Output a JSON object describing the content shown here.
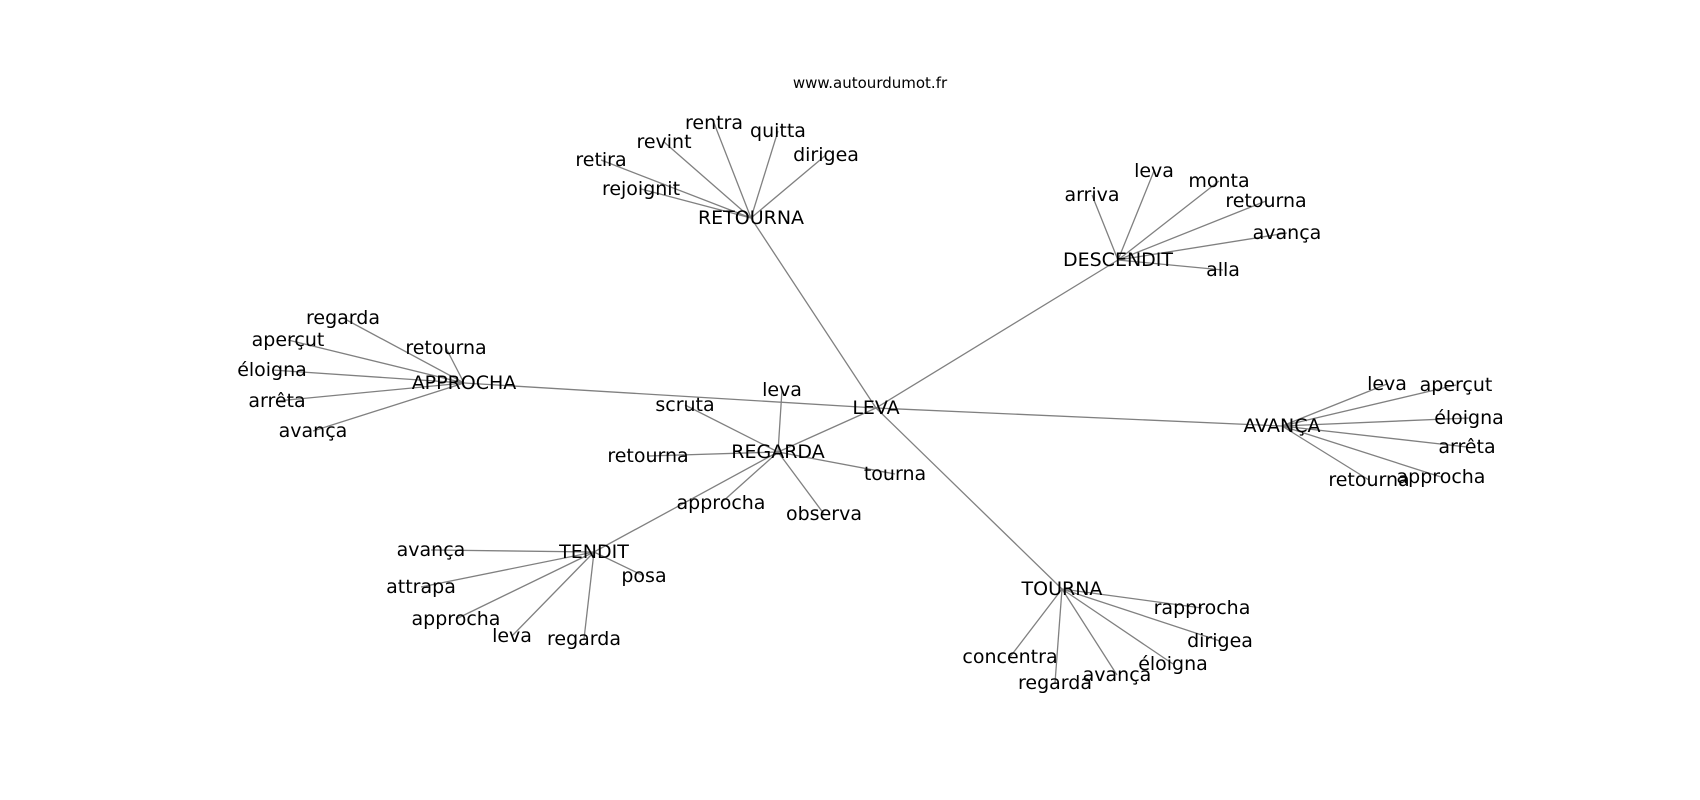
{
  "source": "www.autourdumot.fr",
  "graph": {
    "nodes": [
      {
        "id": "leva_c",
        "label": "LEVA"
      },
      {
        "id": "retourna_h",
        "label": "RETOURNA"
      },
      {
        "id": "descendit_h",
        "label": "DESCENDIT"
      },
      {
        "id": "approcha_h",
        "label": "APPROCHA"
      },
      {
        "id": "regarda_h",
        "label": "REGARDA"
      },
      {
        "id": "avanca_h",
        "label": "AVANÇA"
      },
      {
        "id": "tendit_h",
        "label": "TENDIT"
      },
      {
        "id": "tourna_h",
        "label": "TOURNA"
      },
      {
        "id": "r1",
        "label": "rentra"
      },
      {
        "id": "r2",
        "label": "quitta"
      },
      {
        "id": "r3",
        "label": "revint"
      },
      {
        "id": "r4",
        "label": "dirigea"
      },
      {
        "id": "r5",
        "label": "retira"
      },
      {
        "id": "r6",
        "label": "rejoignit"
      },
      {
        "id": "d1",
        "label": "leva"
      },
      {
        "id": "d2",
        "label": "monta"
      },
      {
        "id": "d3",
        "label": "arriva"
      },
      {
        "id": "d4",
        "label": "retourna"
      },
      {
        "id": "d5",
        "label": "avança"
      },
      {
        "id": "d6",
        "label": "alla"
      },
      {
        "id": "a1",
        "label": "regarda"
      },
      {
        "id": "a2",
        "label": "aperçut"
      },
      {
        "id": "a3",
        "label": "retourna"
      },
      {
        "id": "a4",
        "label": "éloigna"
      },
      {
        "id": "a5",
        "label": "arrêta"
      },
      {
        "id": "a6",
        "label": "avança"
      },
      {
        "id": "g1",
        "label": "leva"
      },
      {
        "id": "g2",
        "label": "scruta"
      },
      {
        "id": "g3",
        "label": "retourna"
      },
      {
        "id": "g4",
        "label": "tourna"
      },
      {
        "id": "g5",
        "label": "approcha"
      },
      {
        "id": "g6",
        "label": "observa"
      },
      {
        "id": "v1",
        "label": "leva"
      },
      {
        "id": "v2",
        "label": "aperçut"
      },
      {
        "id": "v3",
        "label": "éloigna"
      },
      {
        "id": "v4",
        "label": "arrêta"
      },
      {
        "id": "v5",
        "label": "approcha"
      },
      {
        "id": "v6",
        "label": "retourna"
      },
      {
        "id": "t1",
        "label": "avança"
      },
      {
        "id": "t2",
        "label": "posa"
      },
      {
        "id": "t3",
        "label": "attrapa"
      },
      {
        "id": "t4",
        "label": "approcha"
      },
      {
        "id": "t5",
        "label": "leva"
      },
      {
        "id": "t6",
        "label": "regarda"
      },
      {
        "id": "o1",
        "label": "rapprocha"
      },
      {
        "id": "o2",
        "label": "dirigea"
      },
      {
        "id": "o3",
        "label": "éloigna"
      },
      {
        "id": "o4",
        "label": "avança"
      },
      {
        "id": "o5",
        "label": "concentra"
      },
      {
        "id": "o6",
        "label": "regarda"
      }
    ],
    "edges": [
      [
        "leva_c",
        "retourna_h"
      ],
      [
        "leva_c",
        "descendit_h"
      ],
      [
        "leva_c",
        "approcha_h"
      ],
      [
        "leva_c",
        "regarda_h"
      ],
      [
        "leva_c",
        "avanca_h"
      ],
      [
        "leva_c",
        "tourna_h"
      ],
      [
        "regarda_h",
        "tendit_h"
      ],
      [
        "retourna_h",
        "r1"
      ],
      [
        "retourna_h",
        "r2"
      ],
      [
        "retourna_h",
        "r3"
      ],
      [
        "retourna_h",
        "r4"
      ],
      [
        "retourna_h",
        "r5"
      ],
      [
        "retourna_h",
        "r6"
      ],
      [
        "descendit_h",
        "d1"
      ],
      [
        "descendit_h",
        "d2"
      ],
      [
        "descendit_h",
        "d3"
      ],
      [
        "descendit_h",
        "d4"
      ],
      [
        "descendit_h",
        "d5"
      ],
      [
        "descendit_h",
        "d6"
      ],
      [
        "approcha_h",
        "a1"
      ],
      [
        "approcha_h",
        "a2"
      ],
      [
        "approcha_h",
        "a3"
      ],
      [
        "approcha_h",
        "a4"
      ],
      [
        "approcha_h",
        "a5"
      ],
      [
        "approcha_h",
        "a6"
      ],
      [
        "regarda_h",
        "g1"
      ],
      [
        "regarda_h",
        "g2"
      ],
      [
        "regarda_h",
        "g3"
      ],
      [
        "regarda_h",
        "g4"
      ],
      [
        "regarda_h",
        "g5"
      ],
      [
        "regarda_h",
        "g6"
      ],
      [
        "avanca_h",
        "v1"
      ],
      [
        "avanca_h",
        "v2"
      ],
      [
        "avanca_h",
        "v3"
      ],
      [
        "avanca_h",
        "v4"
      ],
      [
        "avanca_h",
        "v5"
      ],
      [
        "avanca_h",
        "v6"
      ],
      [
        "tendit_h",
        "t1"
      ],
      [
        "tendit_h",
        "t2"
      ],
      [
        "tendit_h",
        "t3"
      ],
      [
        "tendit_h",
        "t4"
      ],
      [
        "tendit_h",
        "t5"
      ],
      [
        "tendit_h",
        "t6"
      ],
      [
        "tourna_h",
        "o1"
      ],
      [
        "tourna_h",
        "o2"
      ],
      [
        "tourna_h",
        "o3"
      ],
      [
        "tourna_h",
        "o4"
      ],
      [
        "tourna_h",
        "o5"
      ],
      [
        "tourna_h",
        "o6"
      ]
    ]
  }
}
